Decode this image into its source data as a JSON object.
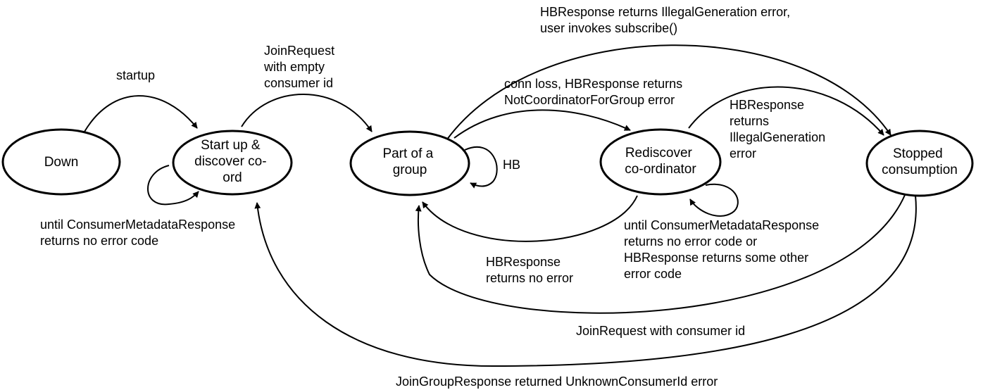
{
  "nodes": {
    "down": {
      "lines": [
        "Down"
      ]
    },
    "startup": {
      "lines": [
        "Start up &",
        "discover co-",
        "ord"
      ]
    },
    "group": {
      "lines": [
        "Part of a",
        "group"
      ]
    },
    "rediscover": {
      "lines": [
        "Rediscover",
        "co-ordinator"
      ]
    },
    "stopped": {
      "lines": [
        "Stopped",
        "consumption"
      ]
    }
  },
  "edges": {
    "startup": {
      "lines": [
        "startup"
      ]
    },
    "until_metadata": {
      "lines": [
        "until ConsumerMetadataResponse",
        "returns no error code"
      ]
    },
    "join_empty": {
      "lines": [
        "JoinRequest",
        "with empty",
        "consumer id"
      ]
    },
    "hb": {
      "lines": [
        "HB"
      ]
    },
    "illegal_generation_subscribe": {
      "lines": [
        "HBResponse returns IllegalGeneration error,",
        "user invokes subscribe()"
      ]
    },
    "conn_loss": {
      "lines": [
        "conn loss, HBResponse returns",
        "NotCoordinatorForGroup error"
      ]
    },
    "hb_illegal_generation": {
      "lines": [
        "HBResponse",
        "returns",
        "IllegalGeneration",
        "error"
      ]
    },
    "hb_no_error": {
      "lines": [
        "HBResponse",
        "returns no error"
      ]
    },
    "until_metadata_or_hb": {
      "lines": [
        "until ConsumerMetadataResponse",
        "returns no error code or",
        "HBResponse returns some other",
        "error code"
      ]
    },
    "join_consumer_id": {
      "lines": [
        "JoinRequest with consumer id"
      ]
    },
    "join_group_unknown": {
      "lines": [
        "JoinGroupResponse returned UnknownConsumerId error"
      ]
    }
  }
}
